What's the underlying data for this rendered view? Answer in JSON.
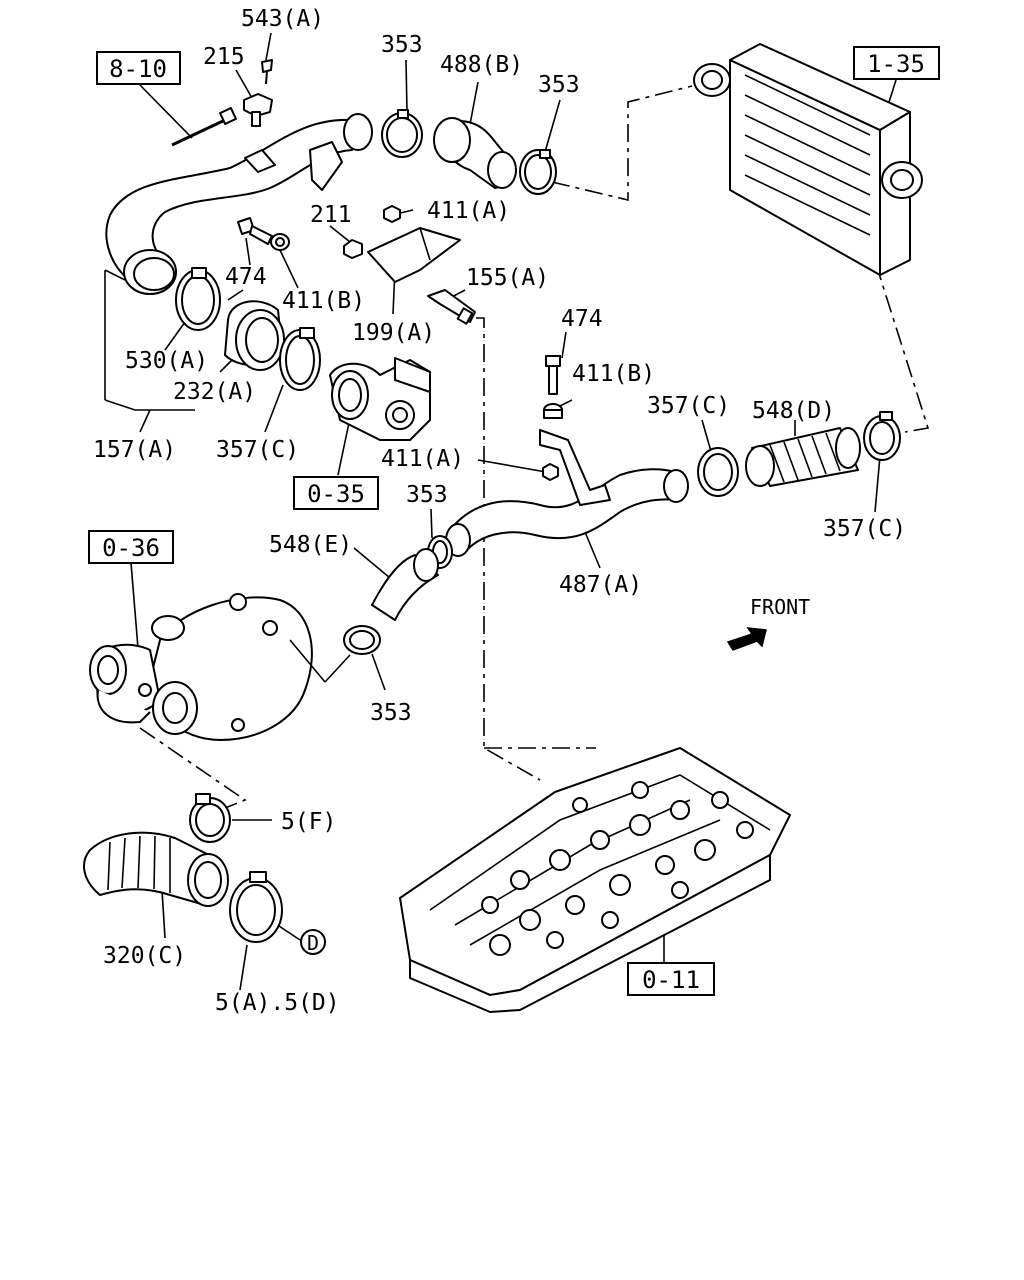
{
  "labels": {
    "l_543a": "543(A)",
    "l_215": "215",
    "l_353_1": "353",
    "l_488b": "488(B)",
    "l_353_2": "353",
    "l_211": "211",
    "l_411a_1": "411(A)",
    "l_474_1": "474",
    "l_155a": "155(A)",
    "l_411b_1": "411(B)",
    "l_199a": "199(A)",
    "l_474_2": "474",
    "l_530a": "530(A)",
    "l_232a": "232(A)",
    "l_411b_2": "411(B)",
    "l_157a": "157(A)",
    "l_357c_1": "357(C)",
    "l_548d": "548(D)",
    "l_357c_2": "357(C)",
    "l_411a_2": "411(A)",
    "l_353_3": "353",
    "l_357c_3": "357(C)",
    "l_548e": "548(E)",
    "l_487a": "487(A)",
    "l_front": "FRONT",
    "l_353_4": "353",
    "l_5f": "5(F)",
    "l_320c": "320(C)",
    "l_5a5d": "5(A).5(D)",
    "l_d": "D"
  },
  "refs": {
    "r_8_10": "8-10",
    "r_1_35": "1-35",
    "r_0_35": "0-35",
    "r_0_36": "0-36",
    "r_0_11": "0-11"
  }
}
